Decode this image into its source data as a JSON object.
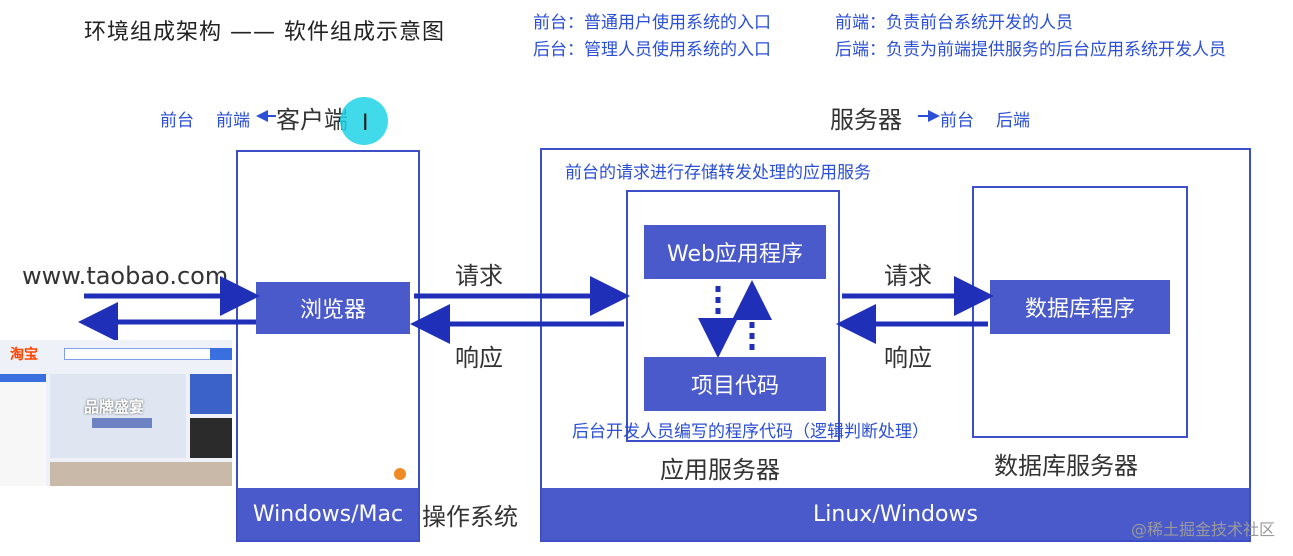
{
  "title": "环境组成架构 —— 软件组成示意图",
  "notes": {
    "frontstage": "前台：普通用户使用系统的入口",
    "backstage": "后台：管理人员使用系统的入口",
    "frontend": "前端：负责前台系统开发的人员",
    "backend": "后端：负责为前端提供服务的后台应用系统开发人员"
  },
  "client": {
    "annotation_front": "前台",
    "annotation_frontend": "前端",
    "heading": "客户端",
    "browser": "浏览器",
    "os": "Windows/Mac"
  },
  "server": {
    "heading": "服务器",
    "annotation_front": "前台",
    "annotation_backend": "后端",
    "app_service_desc": "前台的请求进行存储转发处理的应用服务",
    "web_app": "Web应用程序",
    "project_code": "项目代码",
    "project_code_desc": "后台开发人员编写的程序代码（逻辑判断处理）",
    "app_server": "应用服务器",
    "db_program": "数据库程序",
    "db_server": "数据库服务器",
    "os": "Linux/Windows"
  },
  "os_label": "操作系统",
  "url": "www.taobao.com",
  "flows": {
    "request_left": "请求",
    "response_left": "响应",
    "request_right": "请求",
    "response_right": "响应"
  },
  "thumbnail": {
    "logo": "淘宝",
    "banner": "品牌盛宴"
  },
  "watermark": "@稀土掘金技术社区",
  "colors": {
    "accent": "#3d4fc7",
    "fill": "#4a5acb",
    "note_text": "#2b4fd6",
    "arrow": "#1f2fb8"
  }
}
